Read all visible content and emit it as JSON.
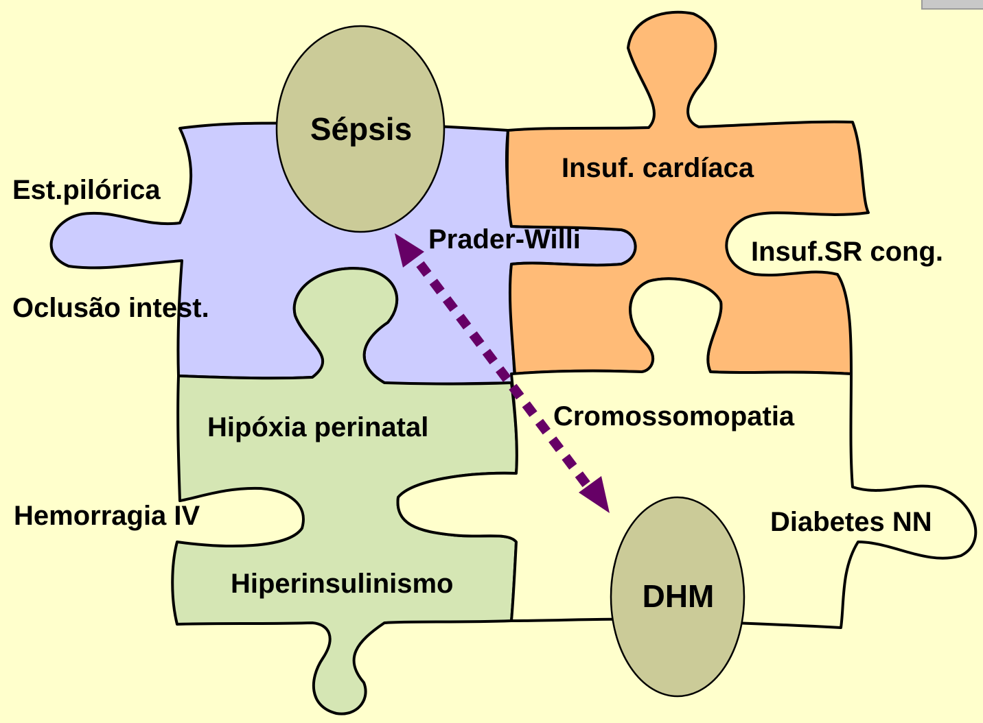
{
  "colors": {
    "background": "#FFFFCC",
    "piece_blue": "#CCCCFF",
    "piece_orange": "#FFBB77",
    "piece_green": "#D5E6B4",
    "piece_yellow": "#FFFFCC",
    "ellipse_fill": "#CBCB98",
    "arrow": "#660066"
  },
  "nodes": {
    "sepsis": "Sépsis",
    "dhm": "DHM"
  },
  "labels": {
    "est_pilorica": "Est.pilórica",
    "oclusao_intest": "Oclusão intest.",
    "prader_willi": "Prader-Willi",
    "insuf_cardiaca": "Insuf. cardíaca",
    "insuf_sr_cong": "Insuf.SR cong.",
    "hipoxia_perinatal": "Hipóxia perinatal",
    "cromossomopatia": "Cromossomopatia",
    "hemorragia_iv": "Hemorragia IV",
    "hiperinsulinismo": "Hiperinsulinismo",
    "diabetes_nn": "Diabetes NN"
  },
  "arrow": {
    "from": "Sépsis",
    "to": "DHM",
    "style": "dotted",
    "direction": "both"
  }
}
